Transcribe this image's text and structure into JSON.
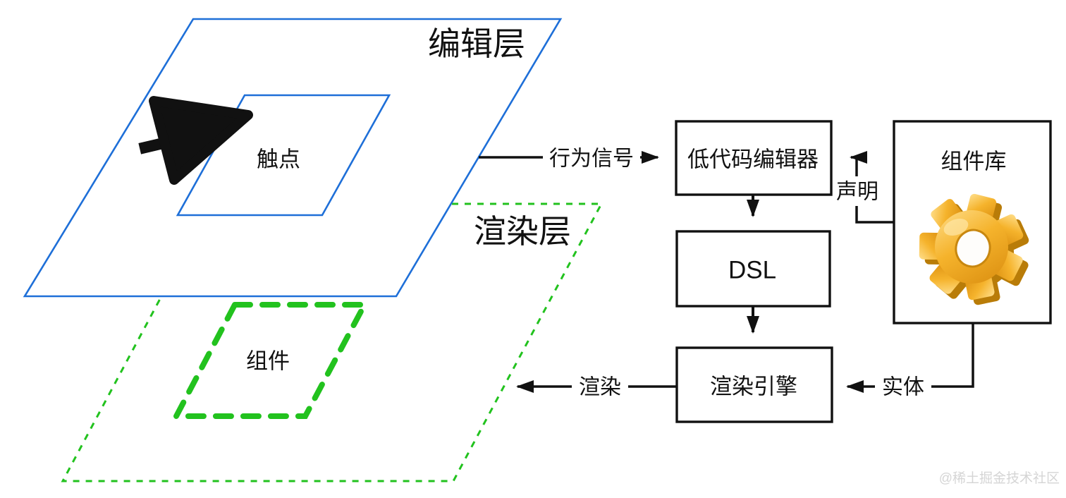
{
  "diagram": {
    "layers": {
      "edit": {
        "label": "编辑层"
      },
      "render": {
        "label": "渲染层"
      },
      "touchpoint": {
        "label": "触点"
      },
      "component": {
        "label": "组件"
      }
    },
    "nodes": {
      "editor": {
        "label": "低代码编辑器"
      },
      "dsl": {
        "label": "DSL"
      },
      "engine": {
        "label": "渲染引擎"
      },
      "library": {
        "label": "组件库"
      }
    },
    "edges": {
      "behavior_signal": {
        "label": "行为信号"
      },
      "declare": {
        "label": "声明"
      },
      "render": {
        "label": "渲染"
      },
      "entity": {
        "label": "实体"
      }
    },
    "icons": {
      "cursor": "cursor-icon",
      "gear": "gear-icon"
    },
    "colors": {
      "blue": "#1E6FD8",
      "green": "#22C21E",
      "black": "#111111",
      "gold": "#F3AE25",
      "watermark_gray": "#D5D5D5"
    }
  },
  "watermark": {
    "text": "@稀土掘金技术社区"
  }
}
